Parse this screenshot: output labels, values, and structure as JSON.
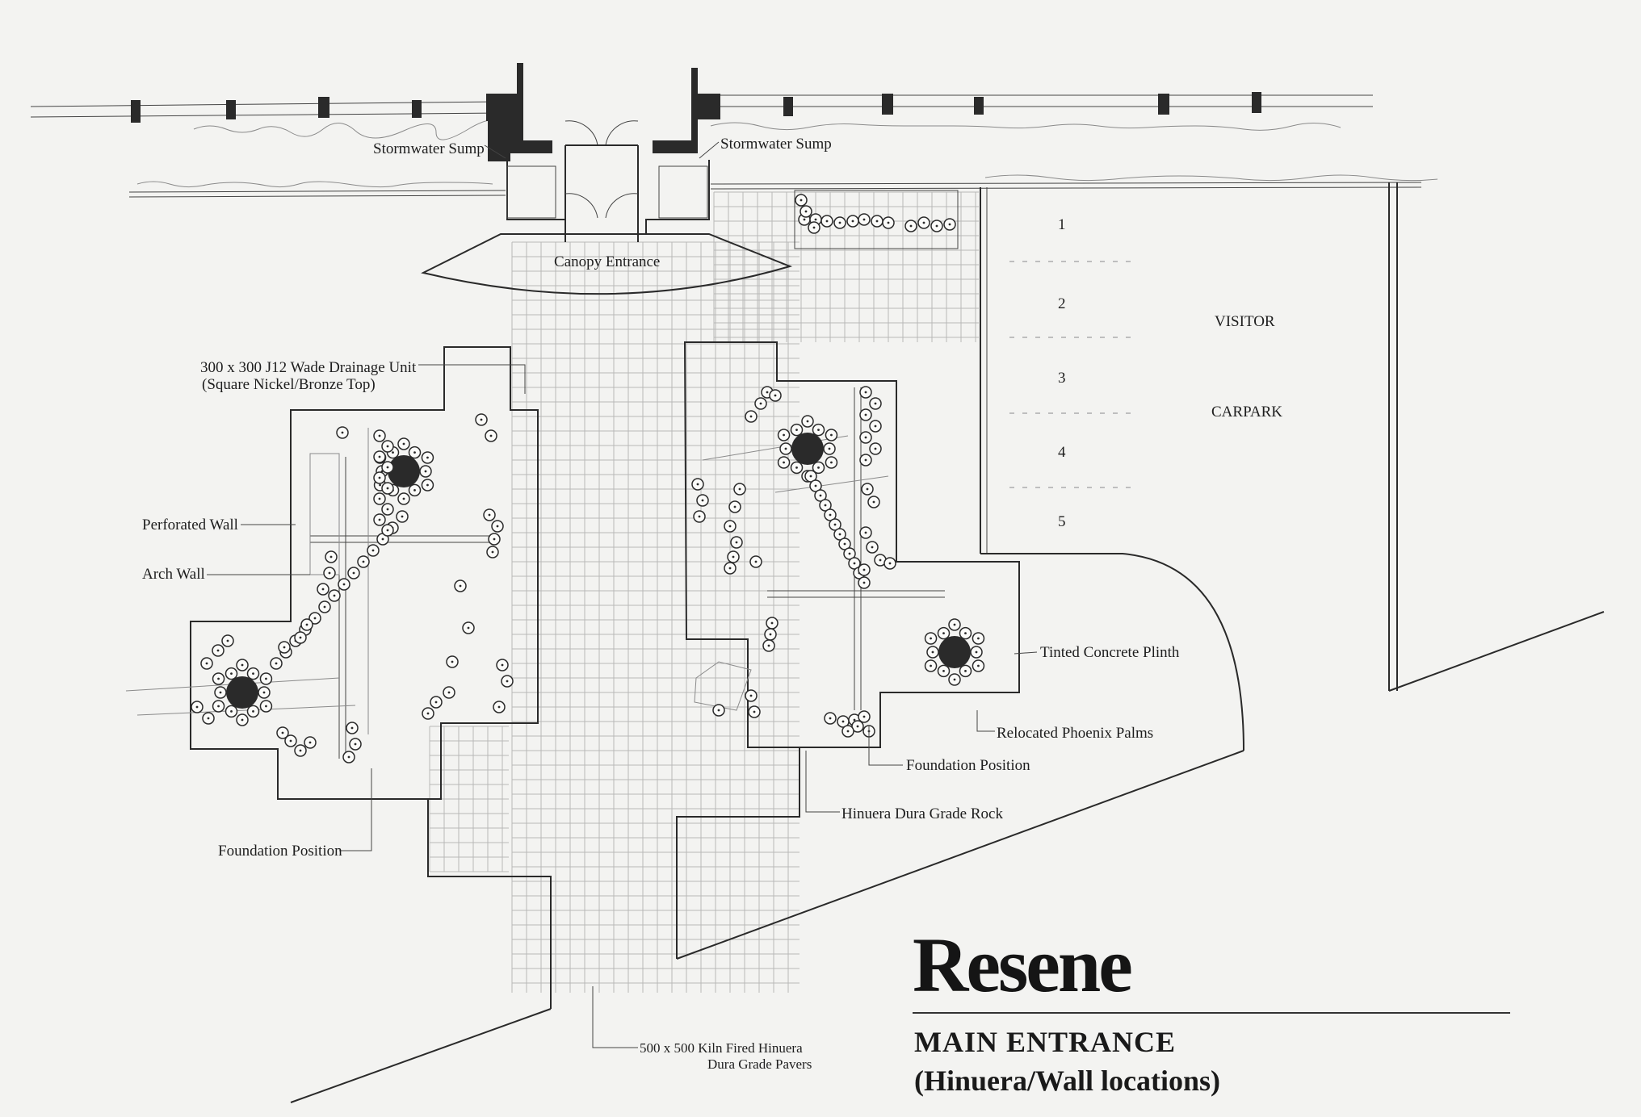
{
  "labels": {
    "stormwater_left": "Stormwater Sump",
    "stormwater_right": "Stormwater Sump",
    "canopy": "Canopy Entrance",
    "drainage_1": "300 x 300 J12 Wade Drainage Unit",
    "drainage_2": "(Square Nickel/Bronze Top)",
    "perforated": "Perforated Wall",
    "arch": "Arch Wall",
    "foundation_left": "Foundation Position",
    "foundation_right": "Foundation Position",
    "plinth": "Tinted Concrete Plinth",
    "palms": "Relocated Phoenix Palms",
    "rock": "Hinuera Dura Grade Rock",
    "pavers_1": "500 x 500 Kiln Fired Hinuera",
    "pavers_2": "Dura Grade Pavers",
    "visitor": "VISITOR",
    "carpark": "CARPARK"
  },
  "parking_bays": [
    "1",
    "2",
    "3",
    "4",
    "5"
  ],
  "title_block": {
    "brand": "Resene",
    "title": "MAIN ENTRANCE",
    "subtitle": "(Hinuera/Wall locations)"
  }
}
